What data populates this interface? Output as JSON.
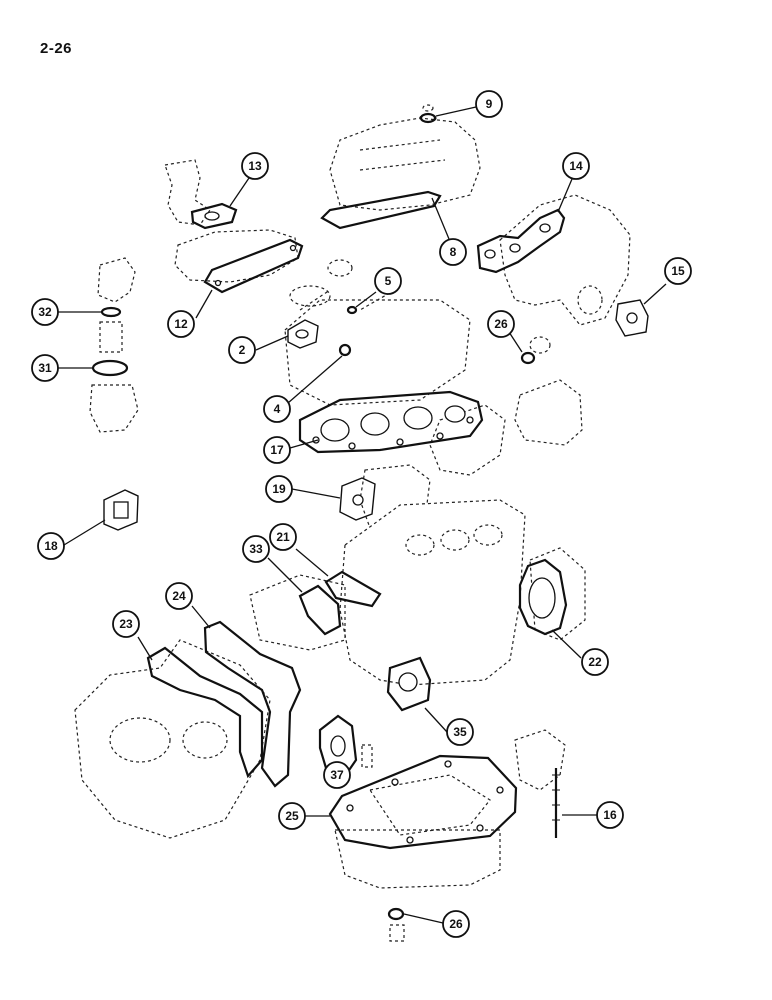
{
  "page": {
    "number": "2-26"
  },
  "callouts": [
    {
      "label": "9"
    },
    {
      "label": "13"
    },
    {
      "label": "14"
    },
    {
      "label": "8"
    },
    {
      "label": "15"
    },
    {
      "label": "5"
    },
    {
      "label": "32"
    },
    {
      "label": "12"
    },
    {
      "label": "26"
    },
    {
      "label": "2"
    },
    {
      "label": "31"
    },
    {
      "label": "4"
    },
    {
      "label": "17"
    },
    {
      "label": "19"
    },
    {
      "label": "18"
    },
    {
      "label": "21"
    },
    {
      "label": "33"
    },
    {
      "label": "24"
    },
    {
      "label": "23"
    },
    {
      "label": "22"
    },
    {
      "label": "35"
    },
    {
      "label": "37"
    },
    {
      "label": "16"
    },
    {
      "label": "25"
    },
    {
      "label": "26"
    }
  ]
}
